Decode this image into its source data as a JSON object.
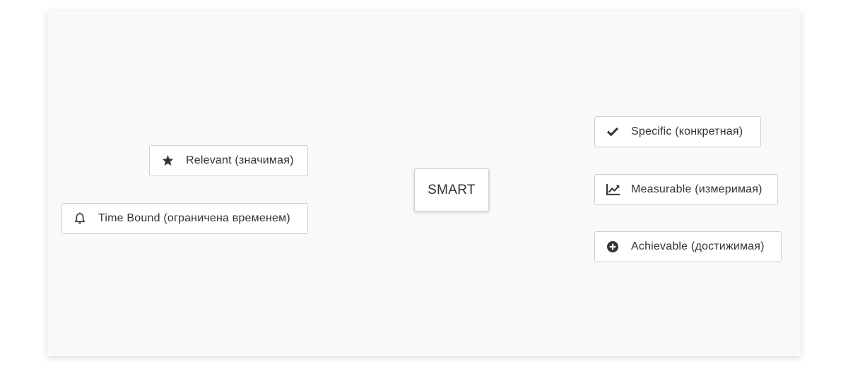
{
  "mindmap": {
    "center": {
      "label": "SMART"
    },
    "link_color": "#5bbcdb",
    "nodes": [
      {
        "key": "relevant",
        "label": "Relevant (значимая)",
        "icon": "star-icon",
        "side": "left"
      },
      {
        "key": "timebound",
        "label": "Time Bound (ограничена временем)",
        "icon": "bell-icon",
        "side": "left"
      },
      {
        "key": "specific",
        "label": "Specific (конкретная)",
        "icon": "check-icon",
        "side": "right"
      },
      {
        "key": "measurable",
        "label": "Measurable (измеримая)",
        "icon": "line-chart-icon",
        "side": "right"
      },
      {
        "key": "achievable",
        "label": "Achievable (достижимая)",
        "icon": "plus-circle-icon",
        "side": "right"
      }
    ]
  }
}
